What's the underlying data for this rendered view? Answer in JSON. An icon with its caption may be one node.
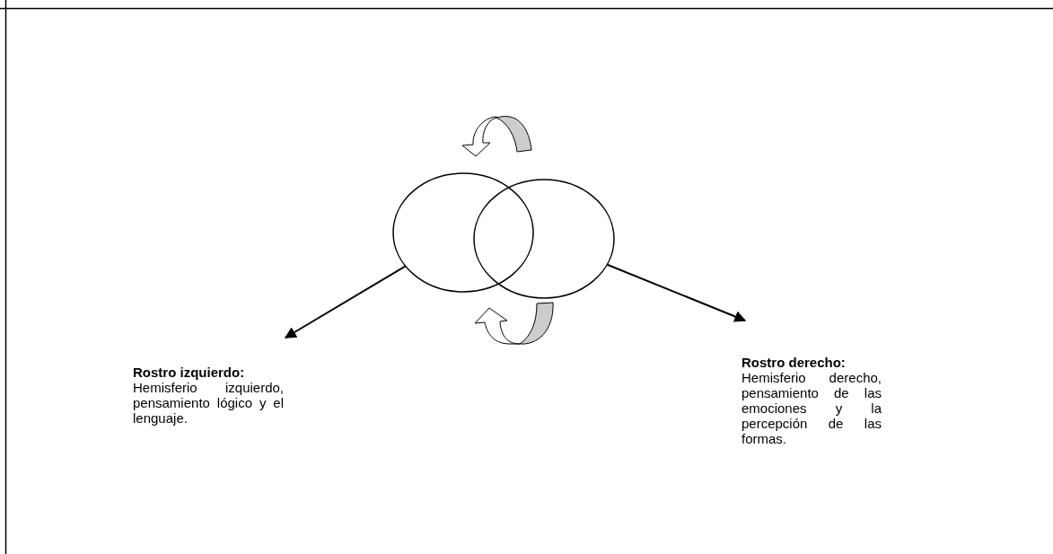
{
  "diagram": {
    "nodes": [
      {
        "text": [],
        "shape": "circle"
      },
      {
        "text": [],
        "shape": "circle"
      },
      {
        "text": [
          "Rostro izquierdo:",
          "Hemisferio izquierdo, pensamiento lógico y el lenguaje."
        ]
      },
      {
        "text": [
          "Rostro derecho:",
          "Hemisferio derecho, pensamiento de las emociones y la percepción de las formas."
        ]
      }
    ],
    "edges": [
      {
        "from": 0,
        "to": 2,
        "arrow": "to"
      },
      {
        "from": 1,
        "to": 3,
        "arrow": "to"
      }
    ]
  }
}
